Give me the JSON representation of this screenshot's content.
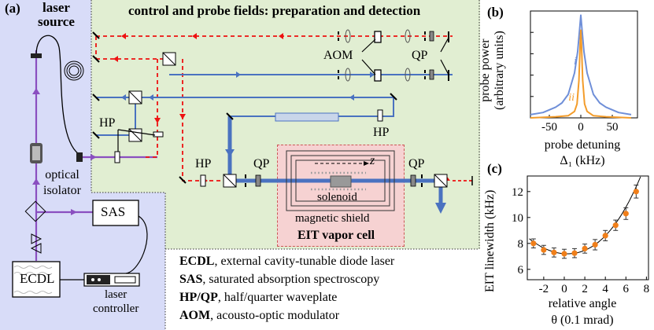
{
  "panel_a": {
    "label": "(a)",
    "laser_source": [
      "laser",
      "source"
    ],
    "title": "control and probe fields: preparation and detection",
    "optical_isolator": [
      "optical",
      "isolator"
    ],
    "sas": "SAS",
    "ecdl": "ECDL",
    "laser_controller": [
      "laser",
      "controller"
    ],
    "aom": "AOM",
    "qp": "QP",
    "hp": "HP",
    "z": "z",
    "solenoid": "solenoid",
    "magnetic_shield": "magnetic shield",
    "eit_vapor_cell": "EIT vapor cell",
    "colors": {
      "laser_panel": "#d8dcf8",
      "green_panel": "#e1eed2",
      "shield_panel": "#f6d2d2",
      "beam_blue": "#4a72c0",
      "beam_red": "#ee1111",
      "beam_purple": "#8a4fc0"
    }
  },
  "legend": [
    {
      "abbr": "ECDL",
      "text": ", external cavity-tunable diode laser"
    },
    {
      "abbr": "SAS",
      "text": ", saturated absorption spectroscopy"
    },
    {
      "abbr": "HP/QP",
      "text": ", half/quarter waveplate"
    },
    {
      "abbr": "AOM",
      "text": ", acousto-optic modulator"
    }
  ],
  "panel_b": {
    "label": "(b)",
    "ylabel": [
      "probe power",
      "(arbitrary units)"
    ],
    "xlabel": [
      "probe detuning",
      "Δ₁ (kHz)"
    ],
    "curve_labels": {
      "i": "i",
      "ii": "ii"
    },
    "chart_data": {
      "type": "line",
      "x_ticks": [
        -50,
        0,
        50
      ],
      "xlim": [
        -80,
        90
      ],
      "series": [
        {
          "name": "i",
          "color": "#6f8fd8",
          "x": [
            -80,
            -60,
            -40,
            -30,
            -20,
            -10,
            -5,
            -2,
            0,
            2,
            5,
            10,
            20,
            30,
            40,
            60,
            80
          ],
          "y": [
            0.03,
            0.05,
            0.1,
            0.14,
            0.22,
            0.42,
            0.62,
            0.82,
            0.96,
            0.82,
            0.62,
            0.42,
            0.22,
            0.14,
            0.1,
            0.05,
            0.03
          ]
        },
        {
          "name": "ii",
          "color": "#f39c2a",
          "x": [
            -80,
            -40,
            -20,
            -10,
            -6,
            -3,
            -1,
            0,
            1,
            3,
            6,
            10,
            20,
            40,
            80
          ],
          "y": [
            0.0,
            0.01,
            0.02,
            0.06,
            0.13,
            0.35,
            0.7,
            0.82,
            0.7,
            0.35,
            0.13,
            0.06,
            0.02,
            0.01,
            0.0
          ]
        }
      ]
    }
  },
  "panel_c": {
    "label": "(c)",
    "ylabel": "EIT linewidth (kHz)",
    "xlabel": [
      "relative angle",
      "θ (0.1 mrad)"
    ],
    "chart_data": {
      "type": "scatter",
      "x_ticks": [
        -2,
        0,
        2,
        4,
        6,
        8
      ],
      "y_ticks": [
        6,
        8,
        10,
        12
      ],
      "xlim": [
        -3.6,
        8.2
      ],
      "ylim": [
        5.2,
        13.2
      ],
      "color": "#f07f1a",
      "x": [
        -3,
        -2,
        -1,
        0,
        1,
        2,
        3,
        4,
        5,
        6,
        7
      ],
      "y": [
        8.0,
        7.5,
        7.3,
        7.2,
        7.25,
        7.6,
        7.9,
        8.6,
        9.4,
        10.3,
        12.0
      ],
      "err": [
        0.35,
        0.35,
        0.35,
        0.35,
        0.35,
        0.35,
        0.4,
        0.4,
        0.4,
        0.45,
        0.5
      ]
    }
  }
}
